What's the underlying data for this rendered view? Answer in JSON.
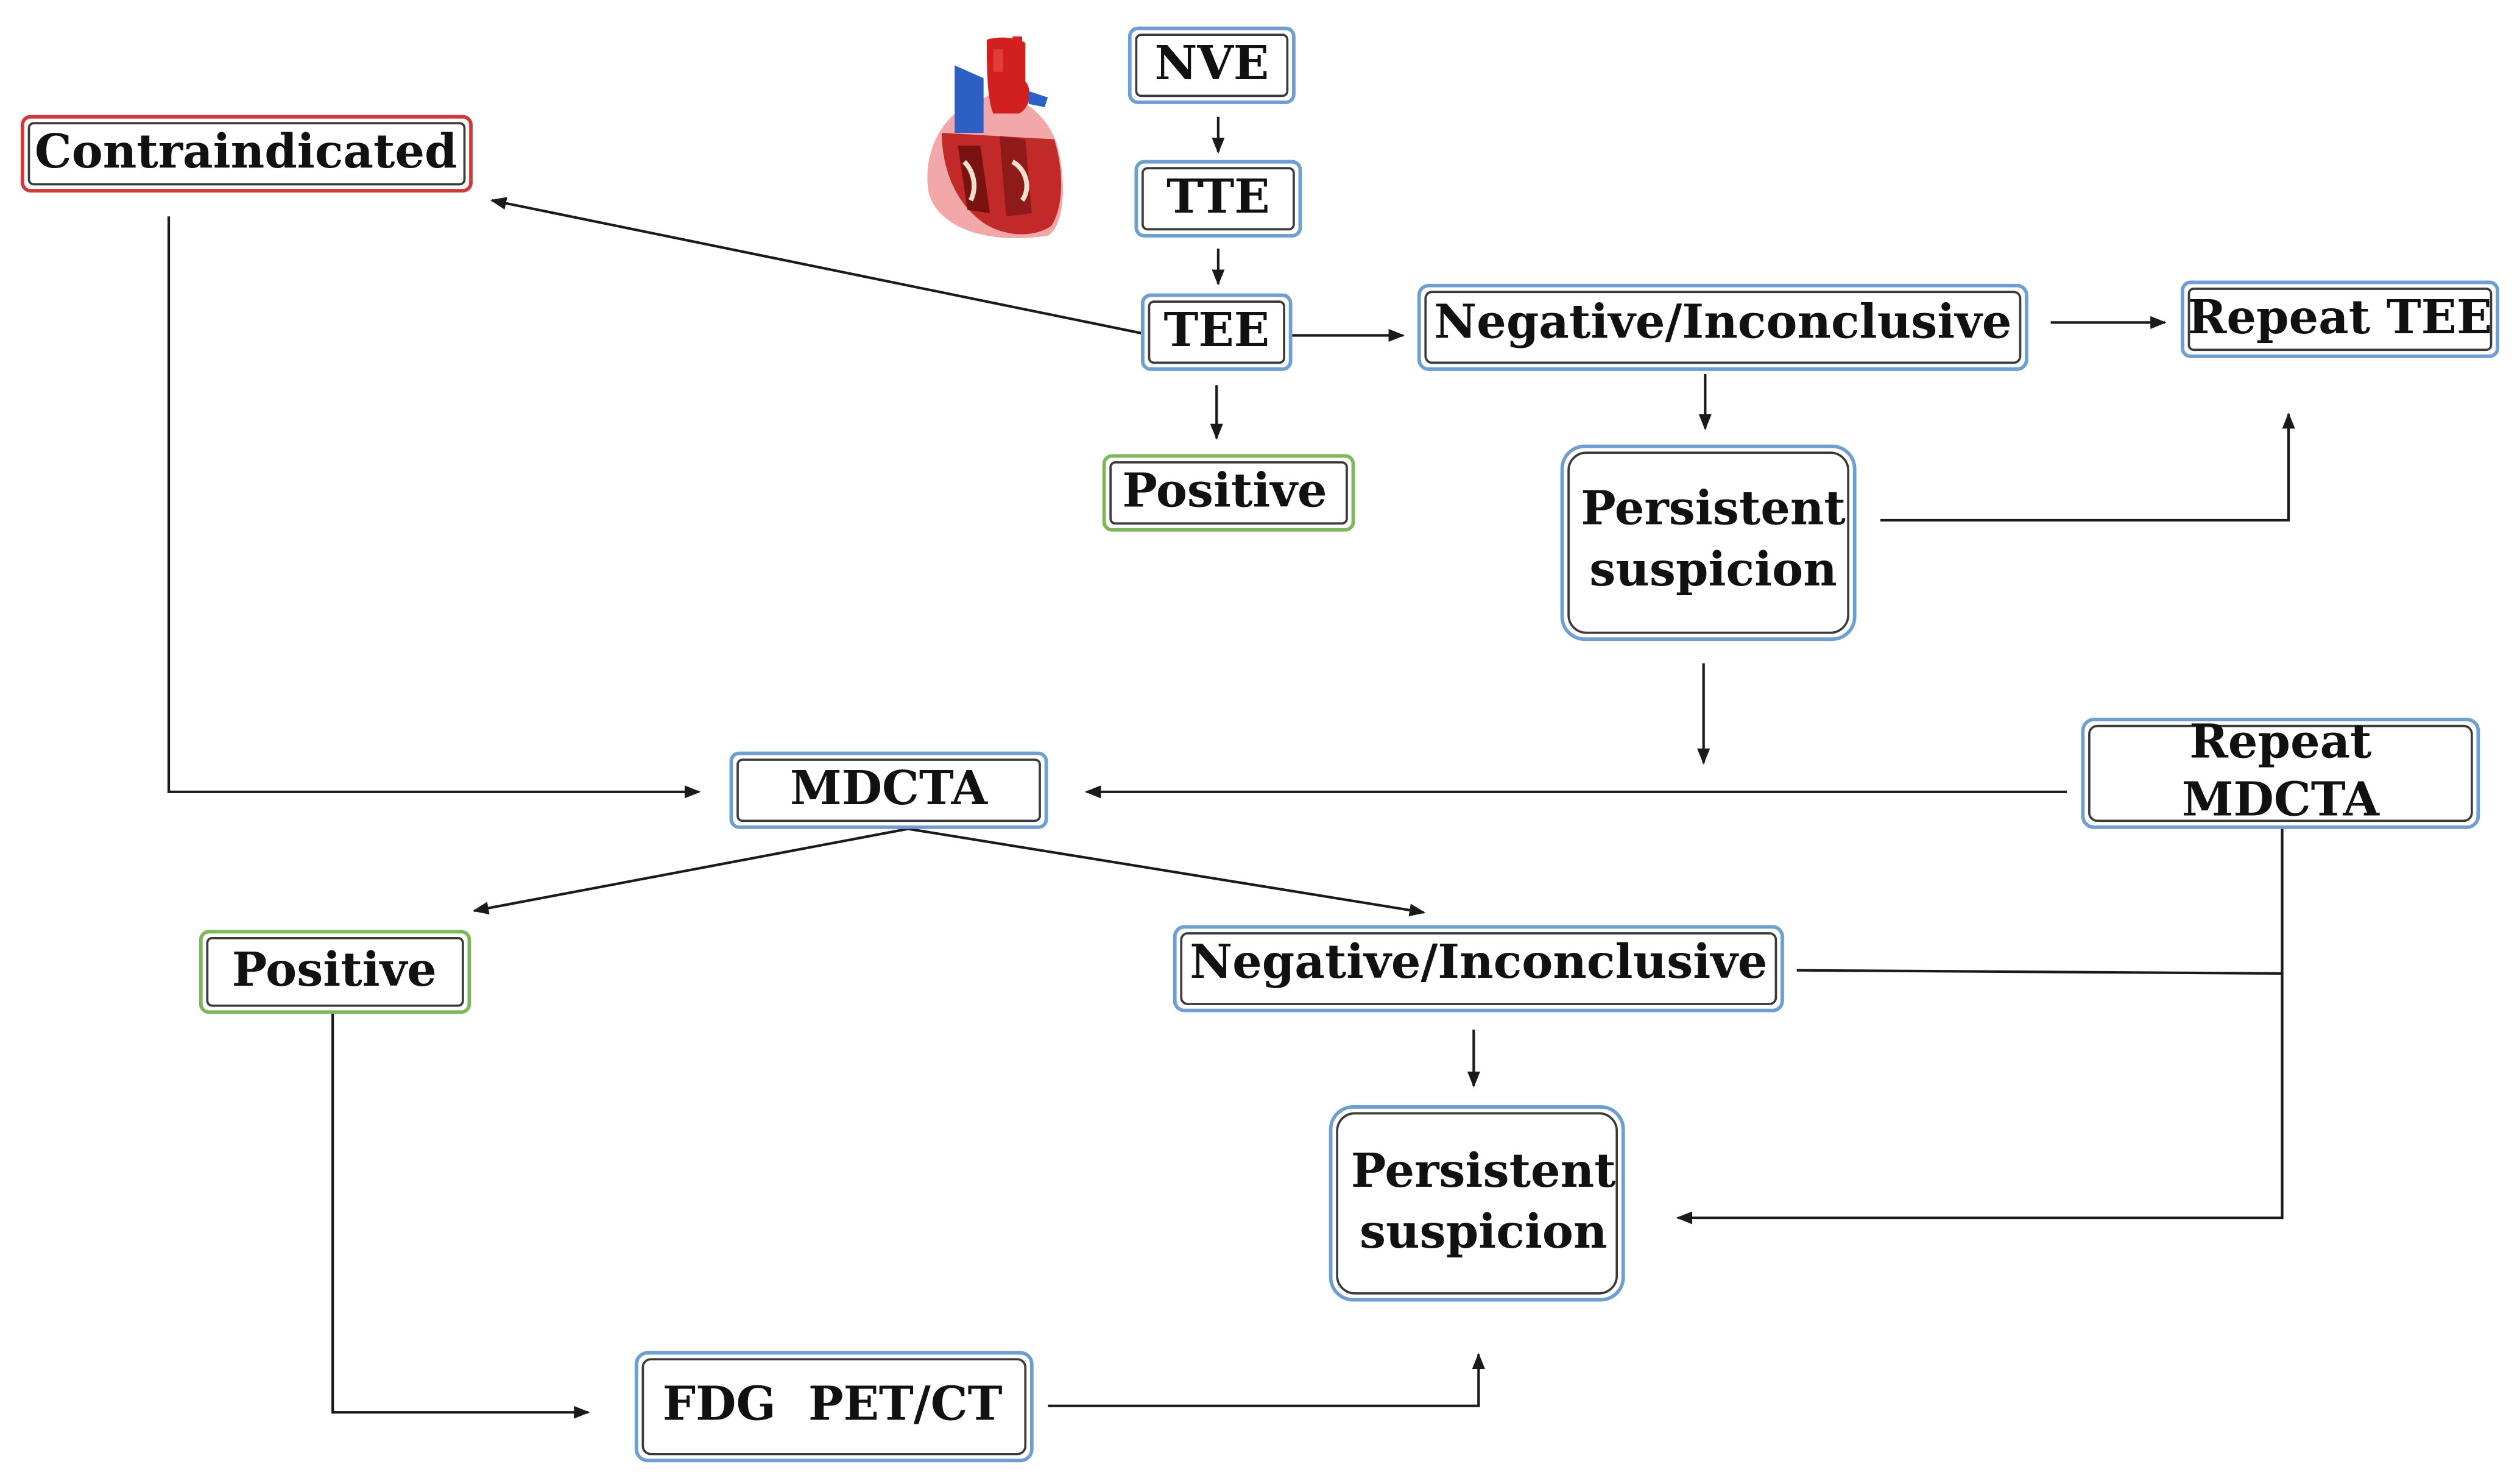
{
  "colors": {
    "neutral_border": "#6e9fd0",
    "contraindicated_border": "#d23a3a",
    "positive_border": "#7cb85a",
    "connector": "#1a1a1a"
  },
  "heart_icon": "anatomical-heart-icon",
  "nodes": {
    "nve": {
      "label": "NVE",
      "status": "neutral"
    },
    "tte": {
      "label": "TTE",
      "status": "neutral"
    },
    "tee": {
      "label": "TEE",
      "status": "neutral"
    },
    "contraindicated": {
      "label": "Contraindicated",
      "status": "contraindicated"
    },
    "positive_tee": {
      "label": "Positive",
      "status": "positive"
    },
    "negative_inconclusive_tee": {
      "label": "Negative/Inconclusive",
      "status": "neutral"
    },
    "repeat_tee": {
      "label": "Repeat TEE",
      "status": "neutral"
    },
    "persistent_suspicion_top": {
      "lines": [
        "Persistent",
        "suspicion"
      ],
      "status": "neutral"
    },
    "mdcta": {
      "label": "MDCTA",
      "status": "neutral"
    },
    "repeat_mdcta": {
      "lines": [
        "Repeat",
        "MDCTA"
      ],
      "status": "neutral"
    },
    "positive_mdcta": {
      "label": "Positive",
      "status": "positive"
    },
    "negative_inconclusive_mdcta": {
      "label": "Negative/Inconclusive",
      "status": "neutral"
    },
    "persistent_suspicion_bottom": {
      "lines": [
        "Persistent",
        "suspicion"
      ],
      "status": "neutral"
    },
    "fdg_pet_ct": {
      "label": "FDG  PET/CT",
      "status": "neutral"
    }
  }
}
